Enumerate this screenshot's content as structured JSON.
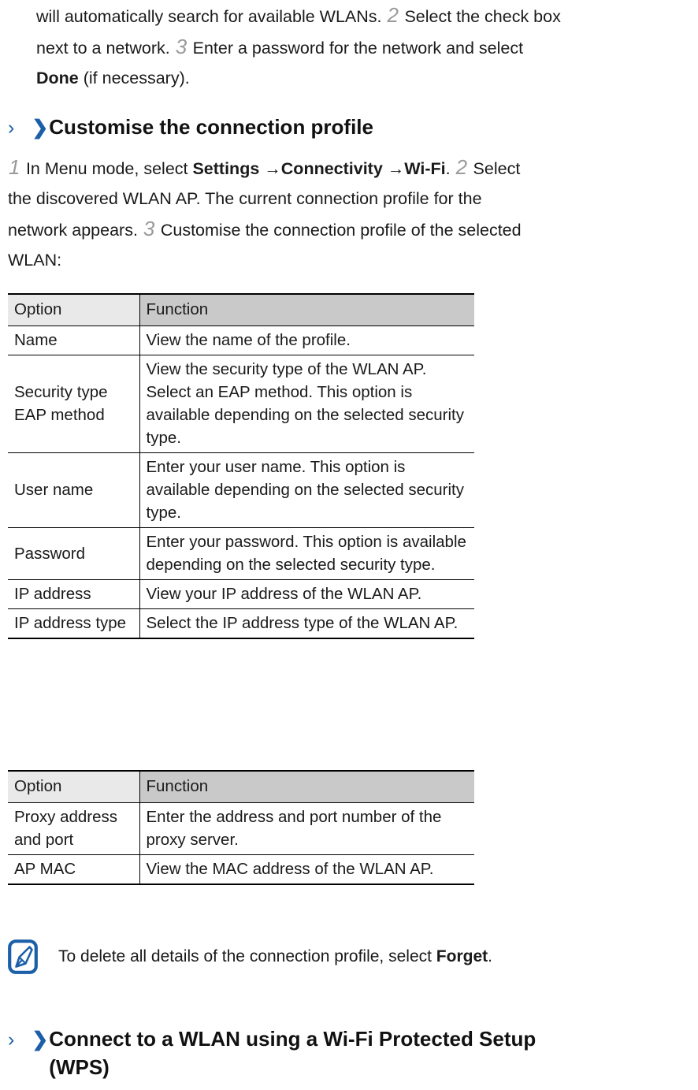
{
  "document": {
    "intro_paragraph": {
      "line1_a": "will automatically search for available WLANs. ",
      "step2": "2",
      "line1_b": " Select the check box",
      "line2_a": "next to a network. ",
      "step3": "3",
      "line2_b": " Enter a password for the network and select",
      "line3_bold": "Done",
      "line3_rest": " (if necessary)."
    },
    "headings": {
      "customise": {
        "chevron_thin": "›",
        "chevron_bold": "❯",
        "text": "Customise the connection profile"
      },
      "wps": {
        "chevron_thin": "›",
        "chevron_bold": "❯",
        "text": "Connect to a WLAN using a Wi-Fi Protected Setup\n(WPS)"
      }
    },
    "profile_paragraph": {
      "step1": "1",
      "l1_a": " In Menu mode, select ",
      "l1_b1": "Settings",
      "l1_arrow1": " →",
      "l1_b2": "Connectivity",
      "l1_arrow2": " →",
      "l1_b3": "Wi-Fi",
      "l1_c": ". ",
      "step2": "2",
      "l1_d": " Select",
      "l2": "the discovered WLAN AP. The current connection profile for the",
      "l3_a": "network appears. ",
      "step3": "3",
      "l3_b": " Customise the connection profile of the selected",
      "l4": "WLAN:"
    },
    "table_1": {
      "headers": [
        "Option",
        "Function"
      ],
      "rows": [
        {
          "option": "Name",
          "function": "View the name of the profile."
        },
        {
          "option": "Security type EAP method",
          "function": "View the security type of the WLAN AP. Select an EAP method. This option is available depending on the selected security type."
        },
        {
          "option": "User name",
          "function": "Enter your user name. This option is available depending on the selected security type."
        },
        {
          "option": "Password",
          "function": "Enter your password. This option is available depending on the selected security type."
        },
        {
          "option": "IP address",
          "function": "View your IP address of the WLAN AP."
        },
        {
          "option": "IP address type",
          "function": "Select the IP address type of the WLAN AP."
        }
      ]
    },
    "table_2": {
      "headers": [
        "Option",
        "Function"
      ],
      "rows": [
        {
          "option": "Proxy address and port",
          "function": "Enter the address and port number of the proxy server."
        },
        {
          "option": "AP MAC",
          "function": "View the MAC address of the WLAN AP."
        }
      ]
    },
    "note": {
      "icon": "note-pen-icon",
      "text_a": "To delete all details of the connection profile, select ",
      "text_bold": "Forget",
      "text_b": "."
    },
    "colors": {
      "accent_blue": "#1b5fa8",
      "header_option_bg": "#e9e9e9",
      "header_function_bg": "#c9c9c9",
      "step_number": "#9a9a9a",
      "text": "#1a1a1a"
    }
  }
}
